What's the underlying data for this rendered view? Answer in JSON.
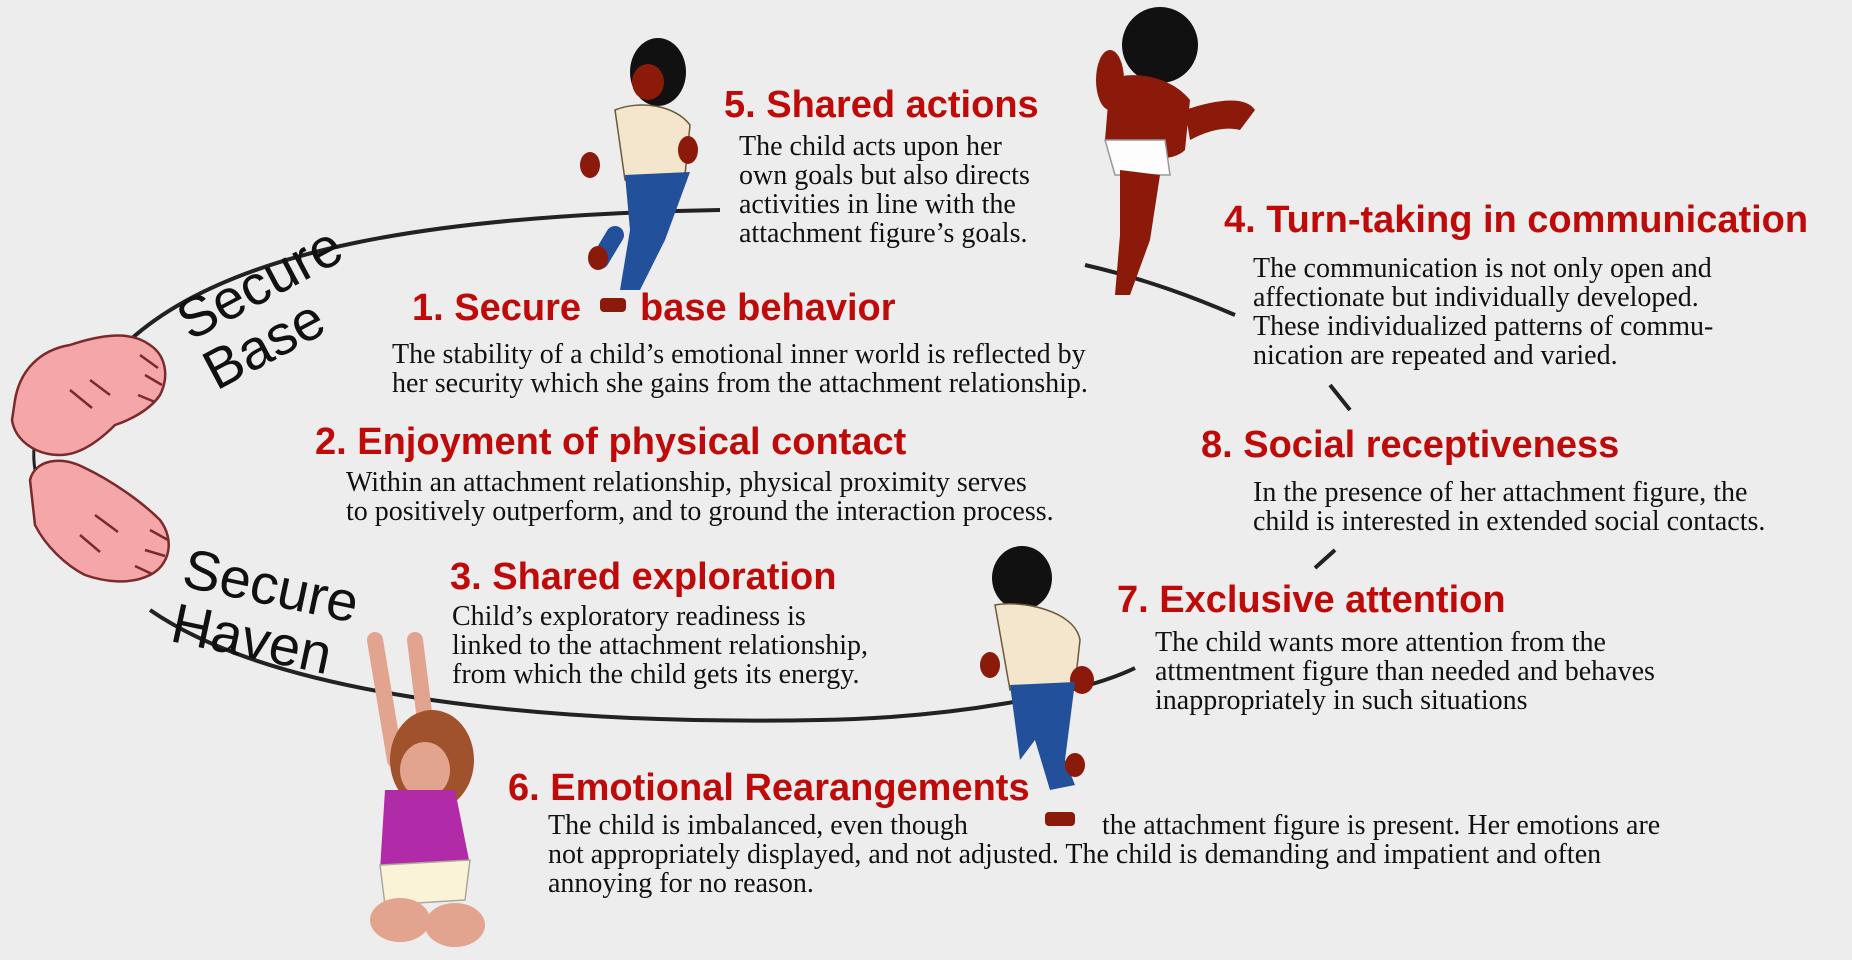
{
  "labels": {
    "secure_base": "Secure\nBase",
    "secure_haven": "Secure\nHaven"
  },
  "items": [
    {
      "title_a": "1. Secure",
      "title_b": "base behavior",
      "text": "The stability of a child’s emotional inner world is reflected by\nher security which she gains from the attachment relationship."
    },
    {
      "title": "2. Enjoyment of physical contact",
      "text": "Within an attachment relationship, physical proximity serves\nto positively outperform, and to ground the interaction process."
    },
    {
      "title": "3. Shared exploration",
      "text": "Child’s exploratory readiness is\nlinked to the attachment relationship,\nfrom which the child gets its energy."
    },
    {
      "title": "4. Turn-taking in communication",
      "text": "The communication is not only open and\naffectionate but individually developed.\nThese individualized patterns of commu-\nnication are repeated and varied."
    },
    {
      "title": "5. Shared actions",
      "text": "The child acts upon her\nown goals but also directs\nactivities in line with the\nattachment figure’s goals."
    },
    {
      "title": "6. Emotional Rearangements",
      "text_a": "The child is imbalanced, even though",
      "text_b": "the attachment figure is present. Her emotions are",
      "text_c": "not appropriately displayed, and not adjusted. The child is demanding and impatient and often\nannoying for no reason."
    },
    {
      "title": "7. Exclusive attention",
      "text": "The child wants more attention from the\nattmentment figure than needed and behaves\ninappropriately in such situations"
    },
    {
      "title": "8. Social receptiveness",
      "text": "In the presence of her attachment figure, the\nchild is interested in extended social contacts."
    }
  ],
  "colors": {
    "heading": "#bf0a0a",
    "background": "#ededed",
    "hand_fill": "#f4a6a8",
    "hand_stroke": "#7a2a2a",
    "skin_dark": "#8b1a0a",
    "shirt": "#f3e6cc",
    "jeans": "#23509a",
    "dress": "#b12aa7",
    "skin_light": "#e2a48e",
    "hair_girl": "#a0522d"
  },
  "icons": [
    "hand-icon",
    "child-running-icon",
    "child-climbing-icon",
    "child-reaching-icon"
  ]
}
